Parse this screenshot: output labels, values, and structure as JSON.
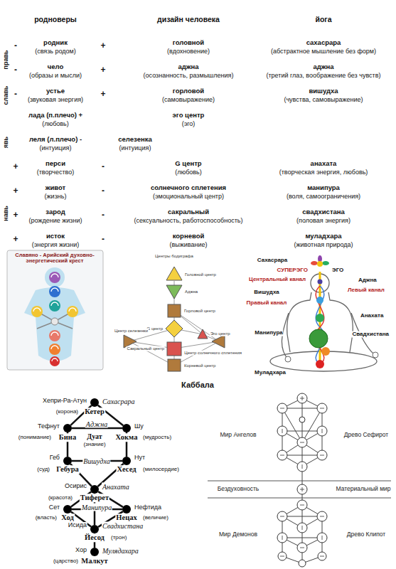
{
  "diagram": {
    "nodes": [
      {
        "text": [
          "Хепри-Ра-Атун",
          "Сахасрара",
          "(корона)",
          "Кетер"
        ]
      },
      {
        "text": [
          "Тефнут",
          "(понимание)",
          "Бина"
        ]
      },
      {
        "text": [
          "Шу",
          "Хокма",
          "(мудрость)"
        ]
      },
      {
        "text": [
          "Геб",
          "(суд)",
          "Гебура"
        ]
      },
      {
        "text": [
          "Нут",
          "Хесед",
          "(милосердие)"
        ]
      },
      {
        "text": [
          "Осирис",
          "(красота)",
          "Тиферет",
          "Анахата"
        ]
      },
      {
        "text": [
          "Сет",
          "(власть)",
          "Ход"
        ]
      },
      {
        "text": [
          "Нефтида",
          "Нецах",
          "(величие)"
        ]
      },
      {
        "text": [
          "Исида",
          "Йесод",
          "(трон)",
          "Свадхистана"
        ]
      },
      {
        "text": [
          "Хор",
          "Мулядахара",
          "(царство)",
          "Малкут"
        ]
      }
    ],
    "edges": [
      {
        "from": 0,
        "to": 1,
        "arrow": "none"
      },
      {
        "from": 0,
        "to": 2,
        "arrow": "none"
      },
      {
        "from": 1,
        "to": 2,
        "arrow": "none"
      },
      {
        "from": 1,
        "to": 3,
        "arrow": "none"
      },
      {
        "from": 2,
        "to": 4,
        "arrow": "none"
      },
      {
        "from": 3,
        "to": 4,
        "arrow": "none"
      },
      {
        "from": 3,
        "to": 5,
        "arrow": "none"
      },
      {
        "from": 4,
        "to": 5,
        "arrow": "none"
      },
      {
        "from": 5,
        "to": 6,
        "arrow": "none"
      },
      {
        "from": 5,
        "to": 7,
        "arrow": "none"
      },
      {
        "from": 6,
        "to": 7,
        "arrow": "none"
      },
      {
        "from": 6,
        "to": 8,
        "arrow": "none"
      },
      {
        "from": 7,
        "to": 8,
        "arrow": "none"
      },
      {
        "from": 5,
        "to": 8,
        "arrow": "none"
      },
      {
        "from": 8,
        "to": 9,
        "arrow": "none"
      }
    ],
    "labels": [
      "родноверы",
      "дизайн человека",
      "йога",
      "правь",
      "славь",
      "явь",
      "навь",
      "-",
      "родник",
      "(связь родом)",
      "+",
      "головной",
      "(вдохновение)",
      "сахасрара",
      "(абстрактное мышление без форм)",
      "-",
      "чело",
      "(образы и мысли)",
      "+",
      "аджна",
      "(осознанность, размышления)",
      "аджна",
      "(третий глаз, воображение без чувств)",
      "-",
      "устье",
      "(звуковая энергия)",
      "+",
      "горловой",
      "(самовыражение)",
      "вишудха",
      "(чувства, самовыражение)",
      "лада (п.плечо) +",
      "(любовь)",
      "эго центр",
      "(эго)",
      "леля (л.плечо) -",
      "(интуиция)",
      "селезенка",
      "(интуиция)",
      "+",
      "перси",
      "(творчество)",
      "-",
      "G центр",
      "(любовь)",
      "анахата",
      "(творческая энергия, любовь)",
      "+",
      "живот",
      "(жизнь)",
      "-",
      "солнечного сплетения",
      "(эмоциональный центр)",
      "манипура",
      "(воля, самоограничения)",
      "+",
      "зарод",
      "(рождение жизни)",
      "-",
      "сакральный",
      "(сексуальность, работоспособность)",
      "свадхистана",
      "(половая энергия)",
      "+",
      "исток",
      "(энергия жизни)",
      "-",
      "корневой",
      "(выживание)",
      "муладхара",
      "(животная природа)",
      "Славяно - Арийский духовно-энергетический крест",
      "Центры бодиграфа",
      "Головной центр",
      "Аджна",
      "Горловой центр",
      "G центр",
      "Эго центр",
      "Центр селезенки",
      "Центр солнечного сплетения",
      "Сакральный центр",
      "Корневой центр",
      "Сахасрара",
      "СУПЕРЭГО",
      "ЭГО",
      "Центральный канал",
      "Аджна",
      "Левый канал",
      "Вишудха",
      "Правый канал",
      "Анахата",
      "Манипура",
      "Свадхистана",
      "Муладхара",
      "Каббала",
      "Аджна",
      "Дуат",
      "(знание)",
      "Вишудха",
      "Манипура",
      "Мир Ангелов",
      "Древо Сефирот",
      "Бездуховность",
      "Материальный мир",
      "Мир Демонов",
      "Древо Клипот"
    ]
  }
}
